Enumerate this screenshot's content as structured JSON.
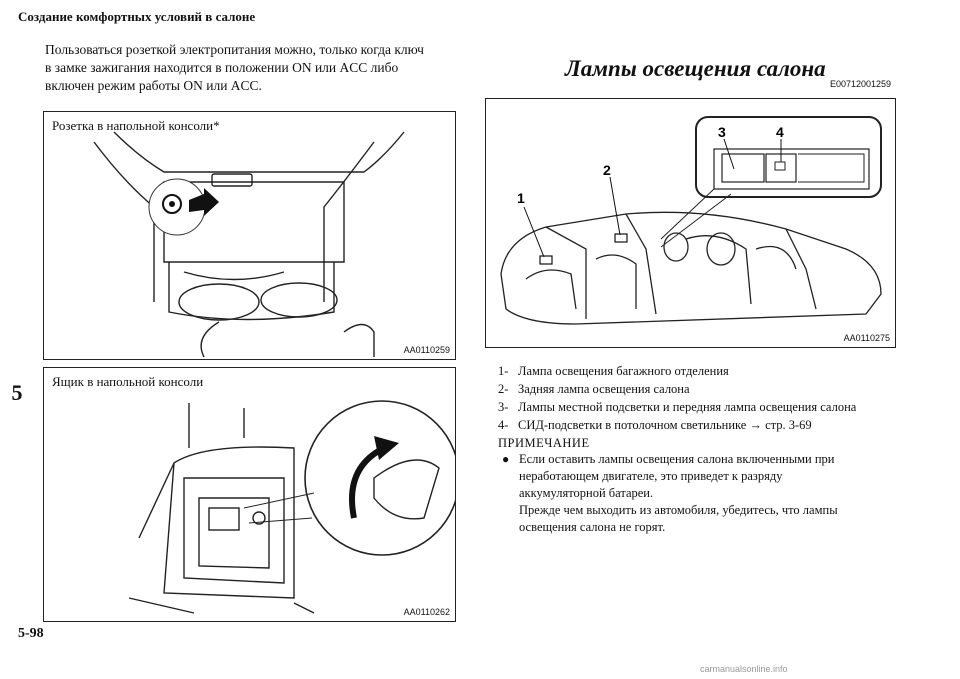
{
  "header": {
    "title": "Создание комфортных условий в салоне"
  },
  "chapter_tab": "5",
  "page_number": "5-98",
  "intro_lines": [
    "Пользоваться розеткой электропитания можно, только когда ключ",
    "в замке зажигания находится в положении ON или ACC либо",
    "включен режим работы ON или ACC."
  ],
  "figures": {
    "socket": {
      "caption": "Розетка в напольной консоли*",
      "code": "AA0110259"
    },
    "box": {
      "caption": "Ящик в напольной консоли",
      "code": "AA0110262"
    },
    "lamps": {
      "code": "AA0110275",
      "labels": [
        "1",
        "2",
        "3",
        "4"
      ]
    }
  },
  "section": {
    "title": "Лампы освещения салона",
    "code": "E00712001259"
  },
  "legend": [
    {
      "num": "1-",
      "text": "Лампа освещения багажного отделения"
    },
    {
      "num": "2-",
      "text": "Задняя лампа освещения салона"
    },
    {
      "num": "3-",
      "text": "Лампы местной подсветки и передняя лампа освещения салона"
    },
    {
      "num": "4-",
      "text": "СИД-подсветки в потолочном светильнике → стр. 3-69"
    }
  ],
  "note": {
    "heading": "ПРИМЕЧАНИЕ",
    "lines": [
      "Если оставить лампы освещения салона включенными при",
      "неработающем двигателе, это приведет к разряду",
      "аккумуляторной батареи.",
      "Прежде чем выходить из автомобиля, убедитесь, что лампы",
      "освещения салона не горят."
    ]
  },
  "watermark": "carmanualsonline.info"
}
